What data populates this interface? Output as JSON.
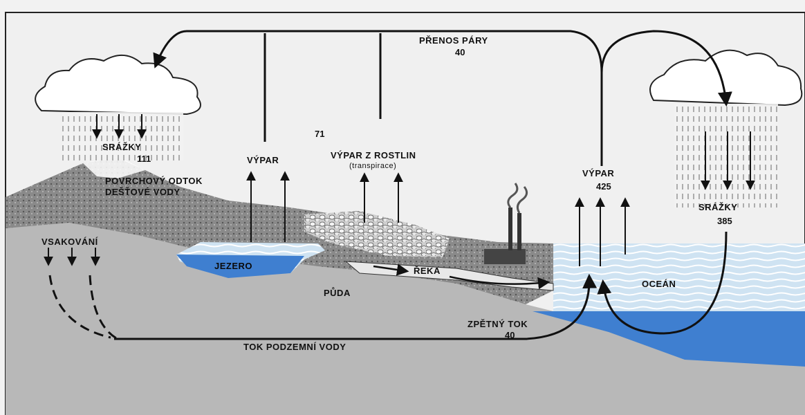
{
  "labels": {
    "vapor_transport": "PŘENOS PÁRY",
    "vapor_transport_value": "40",
    "precip_land": "SRÁŽKY",
    "precip_land_value": "111",
    "evap_lake": "VÝPAR",
    "evap_plants_value": "71",
    "evap_plants": "VÝPAR Z ROSTLIN",
    "transpiration": "(transpirace)",
    "runoff_line1": "POVRCHOVÝ ODTOK",
    "runoff_line2": "DEŠŤOVÉ VODY",
    "evap_ocean": "VÝPAR",
    "evap_ocean_value": "425",
    "precip_ocean": "SRÁŽKY",
    "precip_ocean_value": "385",
    "infiltration": "VSAKOVÁNÍ",
    "lake": "JEZERO",
    "river": "ŘEKA",
    "soil": "PŮDA",
    "ocean": "OCEÁN",
    "return_flow": "ZPĚTNÝ TOK",
    "return_flow_value": "40",
    "groundwater_flow": "TOK PODZEMNÍ VODY"
  },
  "colors": {
    "water": "#3f7fd0",
    "ground": "#b6b6b6",
    "land_surface": "#8c8c8c",
    "sky": "#f2f2f2"
  }
}
